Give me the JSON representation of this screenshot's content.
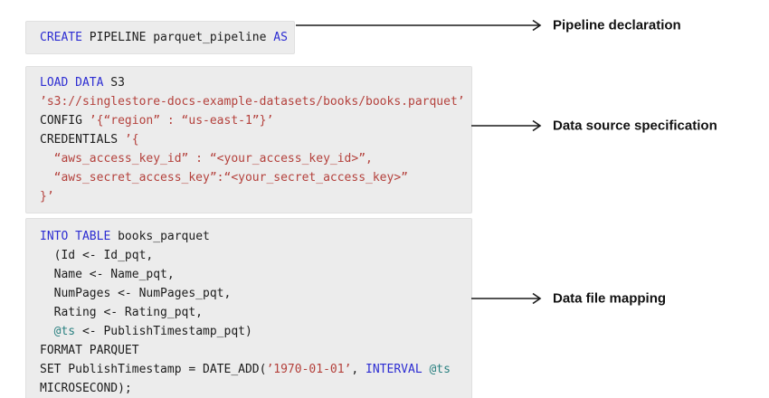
{
  "colors": {
    "keyword": "#2d2dd2",
    "string": "#b4413c",
    "variable": "#2a8080",
    "plain": "#1c1c1c",
    "label_text": "#111111",
    "block_bg": "#ececec",
    "block_border": "#e0e0e0",
    "arrow": "#1a1a1a"
  },
  "blocks": [
    {
      "id": "pipeline-declaration",
      "label": "Pipeline declaration",
      "lines": [
        [
          {
            "t": "CREATE",
            "c": "keyword"
          },
          {
            "t": " PIPELINE parquet_pipeline ",
            "c": "plain"
          },
          {
            "t": "AS",
            "c": "keyword"
          }
        ]
      ]
    },
    {
      "id": "data-source-specification",
      "label": "Data source specification",
      "lines": [
        [
          {
            "t": "LOAD DATA",
            "c": "keyword"
          },
          {
            "t": " S3",
            "c": "plain"
          }
        ],
        [
          {
            "t": "’s3://singlestore-docs-example-datasets/books/books.parquet’",
            "c": "string"
          }
        ],
        [
          {
            "t": "CONFIG ",
            "c": "plain"
          },
          {
            "t": "’{“region” : “us-east-1”}’",
            "c": "string"
          }
        ],
        [
          {
            "t": "CREDENTIALS ",
            "c": "plain"
          },
          {
            "t": "’{",
            "c": "string"
          }
        ],
        [
          {
            "t": "  “aws_access_key_id” : “<your_access_key_id>”,",
            "c": "string"
          }
        ],
        [
          {
            "t": "  “aws_secret_access_key”:“<your_secret_access_key>”",
            "c": "string"
          }
        ],
        [
          {
            "t": "}’",
            "c": "string"
          }
        ]
      ]
    },
    {
      "id": "data-file-mapping",
      "label": "Data file mapping",
      "lines": [
        [
          {
            "t": "INTO TABLE",
            "c": "keyword"
          },
          {
            "t": " books_parquet",
            "c": "plain"
          }
        ],
        [
          {
            "t": "  (Id <- Id_pqt,",
            "c": "plain"
          }
        ],
        [
          {
            "t": "  Name <- Name_pqt,",
            "c": "plain"
          }
        ],
        [
          {
            "t": "  NumPages <- NumPages_pqt,",
            "c": "plain"
          }
        ],
        [
          {
            "t": "  Rating <- Rating_pqt,",
            "c": "plain"
          }
        ],
        [
          {
            "t": "  ",
            "c": "plain"
          },
          {
            "t": "@ts",
            "c": "variable"
          },
          {
            "t": " <- PublishTimestamp_pqt)",
            "c": "plain"
          }
        ],
        [
          {
            "t": "FORMAT PARQUET",
            "c": "plain"
          }
        ],
        [
          {
            "t": "SET PublishTimestamp = DATE_ADD(",
            "c": "plain"
          },
          {
            "t": "’1970-01-01’",
            "c": "string"
          },
          {
            "t": ", ",
            "c": "plain"
          },
          {
            "t": "INTERVAL",
            "c": "keyword"
          },
          {
            "t": " ",
            "c": "plain"
          },
          {
            "t": "@ts",
            "c": "variable"
          }
        ],
        [
          {
            "t": "MICROSECOND);",
            "c": "plain"
          }
        ]
      ]
    }
  ]
}
